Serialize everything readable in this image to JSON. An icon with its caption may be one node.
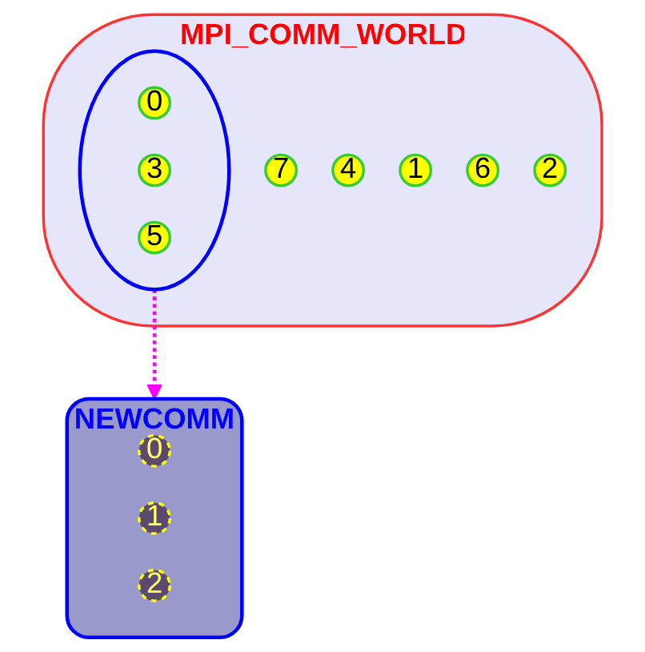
{
  "diagram": {
    "nodes": [
      {
        "text": [
          "MPI_COMM_WORLD"
        ]
      },
      {
        "text": [
          "7"
        ],
        "in": 0
      },
      {
        "text": [
          "4"
        ],
        "in": 0
      },
      {
        "text": [
          "1"
        ],
        "in": 0
      },
      {
        "text": [],
        "shape": "circle",
        "in": 0
      },
      {
        "text": [
          "0"
        ],
        "in": 4
      },
      {
        "text": [
          "3"
        ],
        "in": 4
      },
      {
        "text": [
          "5"
        ],
        "in": 4
      },
      {
        "text": [
          "6"
        ],
        "in": 0
      },
      {
        "text": [
          "2"
        ],
        "in": 0
      },
      {
        "text": [
          "NEWCOMM"
        ]
      },
      {
        "text": [
          "0"
        ],
        "in": 10
      },
      {
        "text": [
          "1"
        ],
        "in": 10
      },
      {
        "text": [
          "2"
        ],
        "in": 10
      }
    ],
    "edges": [
      {
        "from": 4,
        "to": 10,
        "arrow": "to",
        "style": "dashed",
        "color": "#ff00ff"
      }
    ]
  }
}
